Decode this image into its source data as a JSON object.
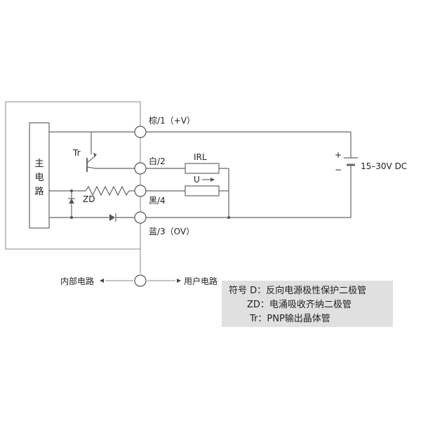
{
  "main_circuit": {
    "label_line1": "主",
    "label_line2": "电",
    "label_line3": "路"
  },
  "transistor": {
    "label": "Tr"
  },
  "zener": {
    "label": "ZD"
  },
  "terminals": {
    "t1": "棕/1（+V）",
    "t2": "白/2",
    "t4": "黑/4",
    "t3": "蓝/3（OV）"
  },
  "loads": {
    "irl": "IRL",
    "u": "U"
  },
  "supply": {
    "plus": "+",
    "minus": "−",
    "voltage": "15–30V DC"
  },
  "flow": {
    "inner": "内部电路",
    "user": "用户电路"
  },
  "legend": {
    "line1": "符号 D：反向电源极性保护二极管",
    "line2": "ZD：电涌吸收齐纳二极管",
    "line3": "Tr：PNP输出晶体管"
  }
}
